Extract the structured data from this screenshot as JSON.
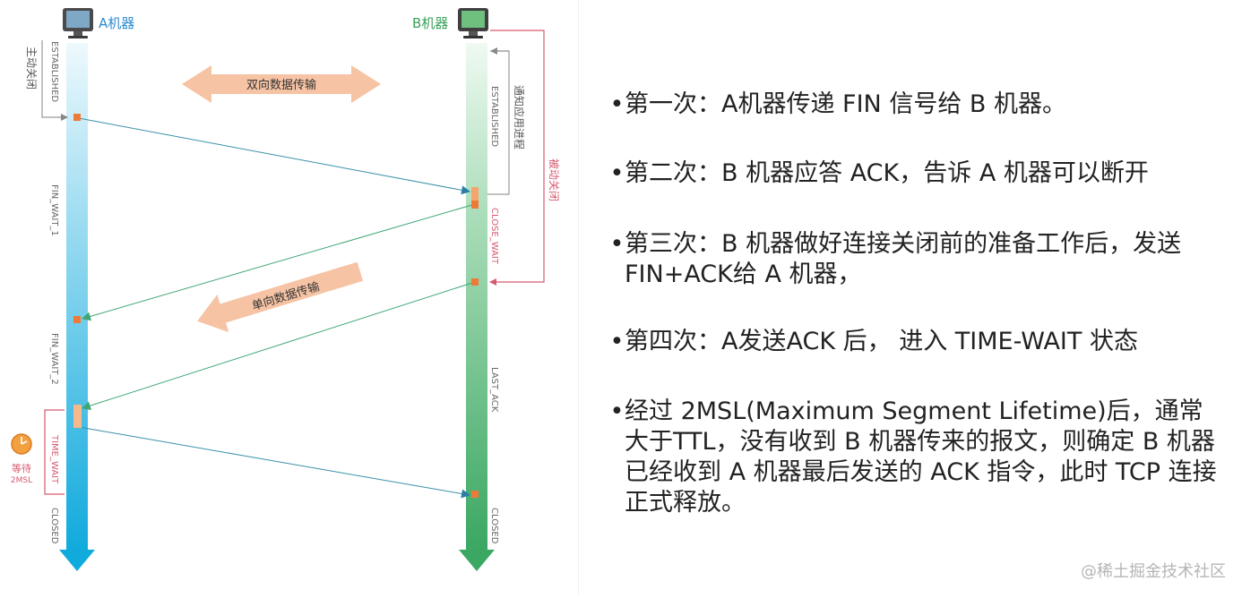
{
  "machines": {
    "a_label": "A机器",
    "b_label": "B机器"
  },
  "a_states": [
    "ESTABLISHED",
    "FIN_WAIT_1",
    "FIN_WAIT_2",
    "TIME_WAIT",
    "CLOSED"
  ],
  "b_states": [
    "ESTABLISHED",
    "CLOSE_WAIT",
    "LAST_ACK",
    "CLOSED"
  ],
  "annotations": {
    "active_close": "主动关闭",
    "notify_app": "通知应用进程",
    "passive_close": "被动关闭",
    "wait": "等待",
    "wait_2msl": "2MSL"
  },
  "arrows": {
    "bidirectional": "双向数据传输",
    "unidirectional": "单向数据传输"
  },
  "bullets": [
    "第一次：A机器传递 FIN 信号给 B 机器。",
    "第二次：B 机器应答 ACK，告诉 A 机器可以断开",
    "第三次：B 机器做好连接关闭前的准备工作后，发送 FIN+ACK给 A 机器，",
    "第四次：A发送ACK 后， 进入 TIME-WAIT 状态",
    "经过 2MSL(Maximum Segment Lifetime)后，通常大于TTL，没有收到 B 机器传来的报文，则确定 B 机器已经收到 A 机器最后发送的 ACK 指令，此时 TCP 连接正式释放。"
  ],
  "watermark": "@稀土掘金技术社区",
  "colors": {
    "a_timeline": "#17b0e0",
    "b_timeline": "#3daa62",
    "message_line": "#3a90a8",
    "active_bracket": "#9a9a9a",
    "passive_bracket": "#d65a6e",
    "data_arrow": "#f6c3a4",
    "marker": "#ef7a38"
  }
}
